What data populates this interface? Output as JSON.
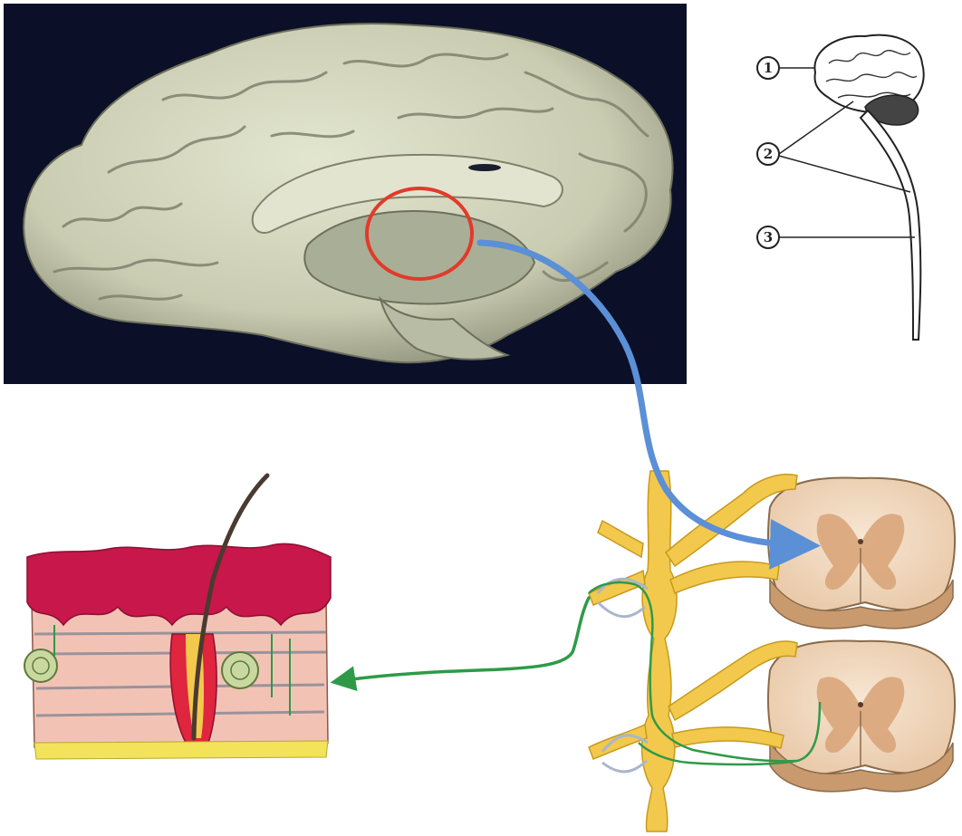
{
  "diagram": {
    "panels": [
      {
        "id": "brain-photo",
        "kind": "photo"
      },
      {
        "id": "brain-cord-schematic",
        "kind": "illustration"
      },
      {
        "id": "skin-section",
        "kind": "illustration"
      },
      {
        "id": "sympathetic-chain",
        "kind": "illustration"
      }
    ],
    "schematic_labels": [
      "1",
      "2",
      "3"
    ],
    "arrows": [
      {
        "from": "brain-photo",
        "to": "sympathetic-chain",
        "color": "#5b8fd6"
      },
      {
        "from": "sympathetic-chain",
        "to": "skin-section",
        "color": "#2e9a48"
      }
    ],
    "colors": {
      "photo_background": "#0b1028",
      "brain_tissue": "#cfd2b8",
      "highlight_circle": "#e23a2a",
      "descending_arrow": "#5b8fd6",
      "efferent_arrow": "#2e9a48",
      "nerve_yellow": "#f2c94c",
      "skin_red": "#c8174a",
      "cord_tissue": "#f4dcc6",
      "grey_matter": "#d9a57a"
    }
  }
}
